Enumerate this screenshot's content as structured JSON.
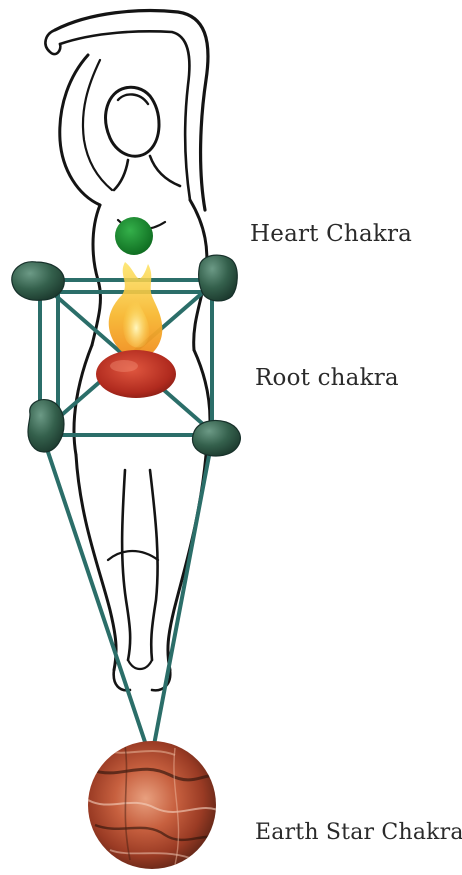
{
  "labels": {
    "heart": "Heart Chakra",
    "root": "Root chakra",
    "earth_star": "Earth Star Chakra"
  },
  "colors": {
    "grid_line": "#2b6e69",
    "outline": "#141414",
    "heart_chakra": "#1d8a2a",
    "root_chakra": "#c0392b",
    "flame_outer": "#f7b731",
    "flame_inner": "#fde25a",
    "stone": "#3b6b55",
    "earth_star": "#b5563a"
  },
  "icons": {
    "figure": "female-figure-outline",
    "stones": "green-crystal-stone",
    "flame": "flame-icon",
    "earth_star": "marble-sphere"
  }
}
